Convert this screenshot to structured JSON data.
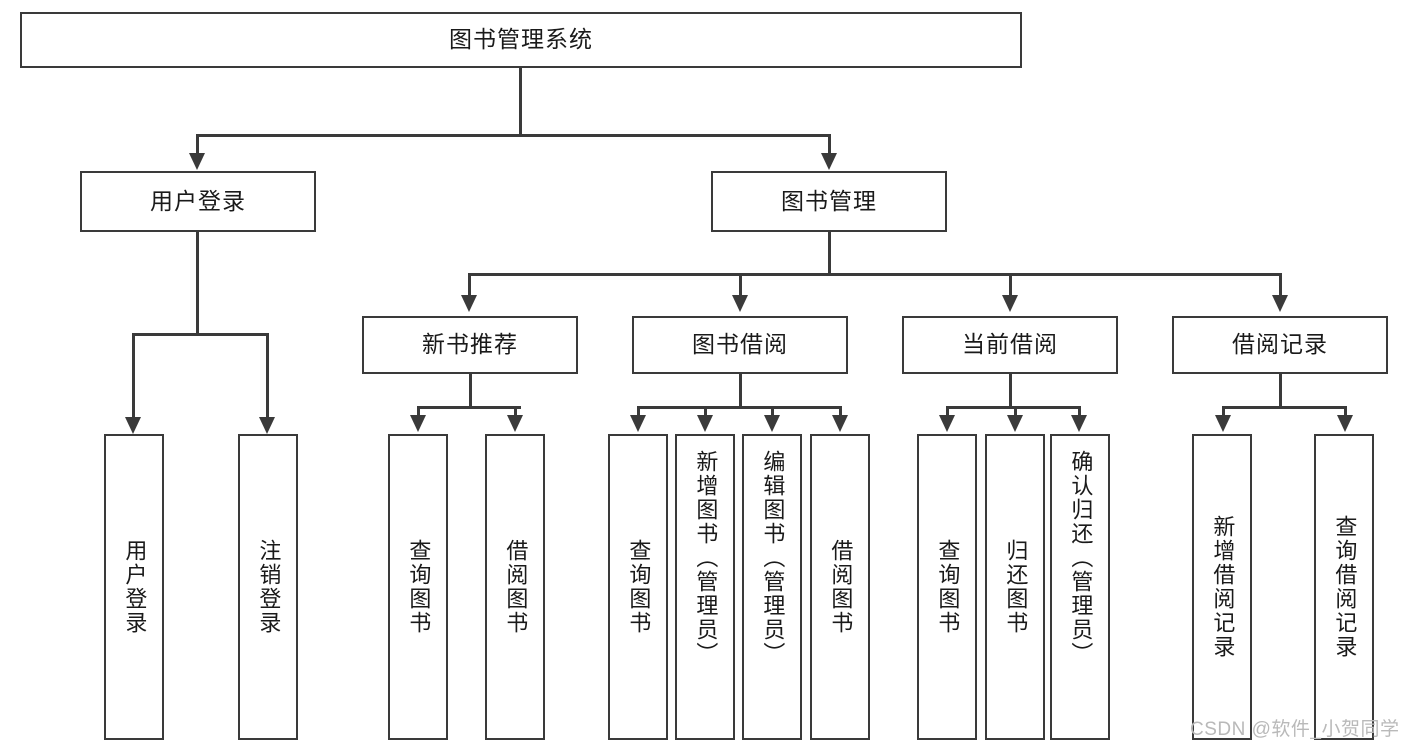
{
  "diagram": {
    "type": "tree-hierarchy",
    "title": "图书管理系统",
    "root": {
      "id": "root",
      "label": "图书管理系统"
    },
    "level2": [
      {
        "id": "user-login",
        "label": "用户登录"
      },
      {
        "id": "book-manage",
        "label": "图书管理"
      }
    ],
    "level3": [
      {
        "id": "new-book-recommend",
        "label": "新书推荐"
      },
      {
        "id": "book-borrow",
        "label": "图书借阅"
      },
      {
        "id": "current-borrow",
        "label": "当前借阅"
      },
      {
        "id": "borrow-record",
        "label": "借阅记录"
      }
    ],
    "leaves": {
      "user_login": [
        {
          "id": "leaf-user-login",
          "label": "用户登录"
        },
        {
          "id": "leaf-logout-login",
          "label": "注销登录"
        }
      ],
      "new_book_recommend": [
        {
          "id": "leaf-query-book-1",
          "label": "查询图书"
        },
        {
          "id": "leaf-borrow-book-1",
          "label": "借阅图书"
        }
      ],
      "book_borrow": [
        {
          "id": "leaf-query-book-2",
          "label": "查询图书"
        },
        {
          "id": "leaf-add-book",
          "label": "新增图书（管理员）"
        },
        {
          "id": "leaf-edit-book",
          "label": "编辑图书（管理员）"
        },
        {
          "id": "leaf-borrow-book-2",
          "label": "借阅图书"
        }
      ],
      "current_borrow": [
        {
          "id": "leaf-query-book-3",
          "label": "查询图书"
        },
        {
          "id": "leaf-return-book",
          "label": "归还图书"
        },
        {
          "id": "leaf-confirm-return",
          "label": "确认归还（管理员）"
        }
      ],
      "borrow_record": [
        {
          "id": "leaf-add-record",
          "label": "新增借阅记录"
        },
        {
          "id": "leaf-query-record",
          "label": "查询借阅记录"
        }
      ]
    }
  },
  "watermark": {
    "text": "CSDN @软件_小贺同学"
  },
  "colors": {
    "stroke": "#3a3a3a",
    "text": "#1a1a1a",
    "background": "#ffffff",
    "watermark": "#b9b9b9"
  }
}
